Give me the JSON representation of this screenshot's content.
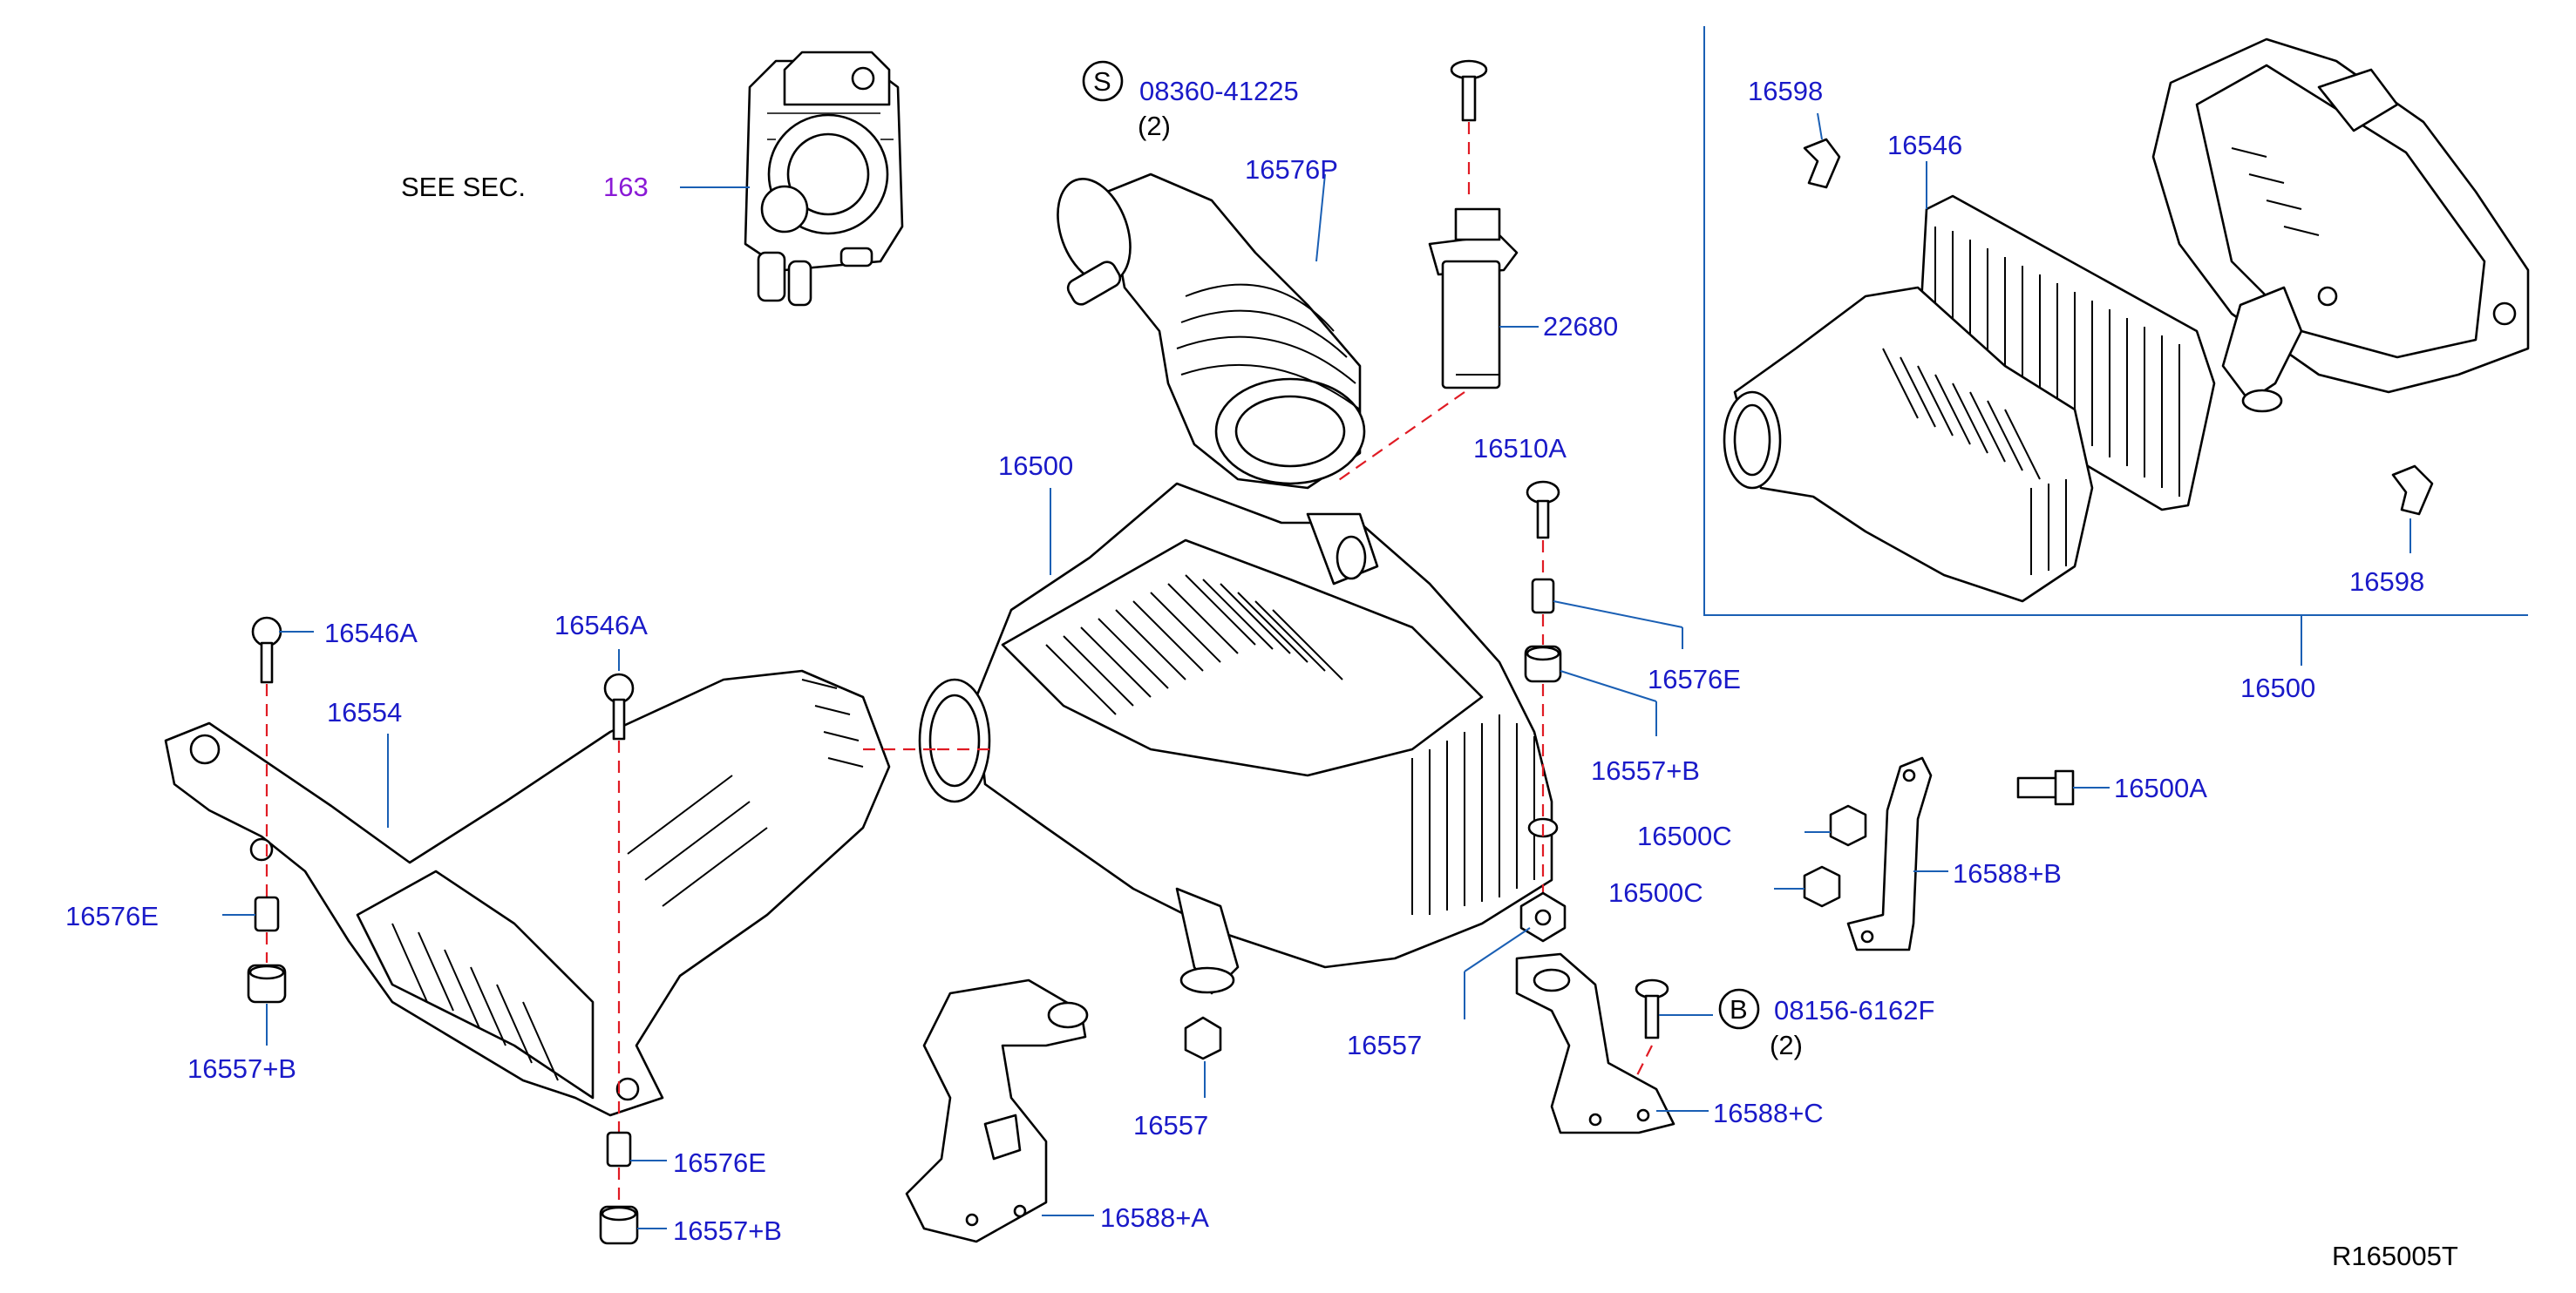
{
  "diagram": {
    "see_sec": {
      "prefix": "SEE   SEC.",
      "ref": "163"
    },
    "labels": {
      "bolt_s_marker": "S",
      "bolt_s_part": "08360-41225",
      "bolt_s_qty": "(2)",
      "hose": "16576P",
      "sensor": "22680",
      "screw_top": "16510A",
      "body_main": "16500",
      "spacer_right": "16576E",
      "grommet_right": "16557+B",
      "nut_1": "16500C",
      "nut_2": "16500C",
      "bolt_a": "16500A",
      "bracket_b": "16588+B",
      "bolt_b_marker": "B",
      "bolt_b_part": "08156-6162F",
      "bolt_b_qty": "(2)",
      "bracket_c": "16588+C",
      "mount_center": "16557",
      "grommet_bottom": "16557",
      "bracket_a": "16588+A",
      "screw_left": "16546A",
      "screw_mid": "16546A",
      "duct": "16554",
      "spacer_left": "16576E",
      "grommet_left": "16557+B",
      "spacer_bottom": "16576E",
      "grommet_bottom_left": "16557+B",
      "clip_top": "16598",
      "filter": "16546",
      "clip_bottom": "16598",
      "body_inset": "16500"
    },
    "drawing_code": "R165005T"
  },
  "colors": {
    "label_blue": "#1a1ac8",
    "leader_blue": "#1a5fb4",
    "dashed_red": "#e01b24",
    "section_purple": "#8a1ad6"
  }
}
